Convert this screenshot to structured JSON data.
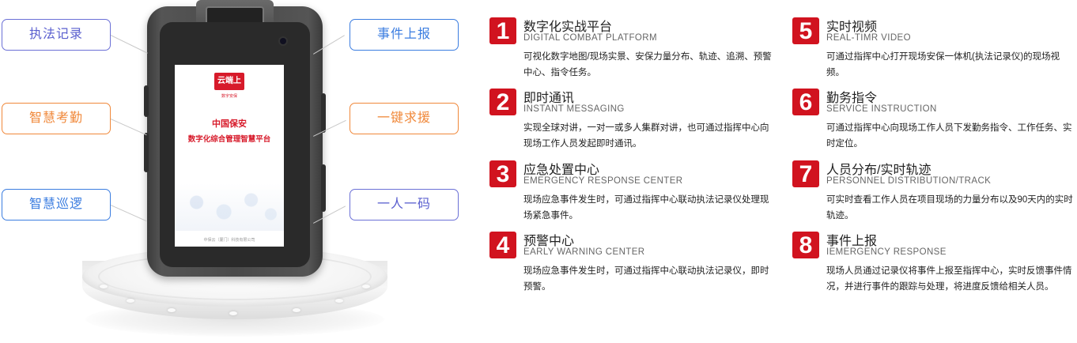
{
  "device_screen": {
    "logo": "云端上",
    "logo_subtitle": "数字安保",
    "title": "中国保安",
    "subtitle": "数字化综合管理智慧平台",
    "footer": "中保云（厦门）科技有限公司"
  },
  "tags": {
    "left": [
      "执法记录",
      "智慧考勤",
      "智慧巡逻"
    ],
    "right": [
      "事件上报",
      "一键求援",
      "一人一码"
    ]
  },
  "features": [
    {
      "num": "1",
      "title": "数字化实战平台",
      "en": "DIGITAL COMBAT PLATFORM",
      "desc": "可视化数字地图/现场实景、安保力量分布、轨迹、追溯、预警中心、指令任务。"
    },
    {
      "num": "2",
      "title": "即时通讯",
      "en": "INSTANT MESSAGING",
      "desc": "实现全球对讲，一对一或多人集群对讲，也可通过指挥中心向现场工作人员发起即时通讯。"
    },
    {
      "num": "3",
      "title": "应急处置中心",
      "en": "EMERGENCY RESPONSE CENTER",
      "desc": "现场应急事件发生时，可通过指挥中心联动执法记录仪处理现场紧急事件。"
    },
    {
      "num": "4",
      "title": "预警中心",
      "en": "EARLY WARNING CENTER",
      "desc": "现场应急事件发生时，可通过指挥中心联动执法记录仪，即时预警。"
    },
    {
      "num": "5",
      "title": "实时视频",
      "en": "REAL-TIMR VIDEO",
      "desc": "可通过指挥中心打开现场安保一体机(执法记录仪)的现场视频。"
    },
    {
      "num": "6",
      "title": "勤务指令",
      "en": "SERVICE INSTRUCTION",
      "desc": "可通过指挥中心向现场工作人员下发勤务指令、工作任务、实时定位。"
    },
    {
      "num": "7",
      "title": "人员分布/实时轨迹",
      "en": "PERSONNEL DISTRIBUTION/TRACK",
      "desc": "可实时查看工作人员在项目现场的力量分布以及90天内的实时轨迹。"
    },
    {
      "num": "8",
      "title": "事件上报",
      "en": "IEMERGENCY RESPONSE",
      "desc": "现场人员通过记录仪将事件上报至指挥中心，实时反馈事件情况，并进行事件的跟踪与处理，将进度反馈给相关人员。"
    }
  ],
  "colors": {
    "accent_red": "#d1131f",
    "tag_blue": "#3b7de0",
    "tag_orange": "#f0883a",
    "tag_purple": "#5a5fcf"
  }
}
